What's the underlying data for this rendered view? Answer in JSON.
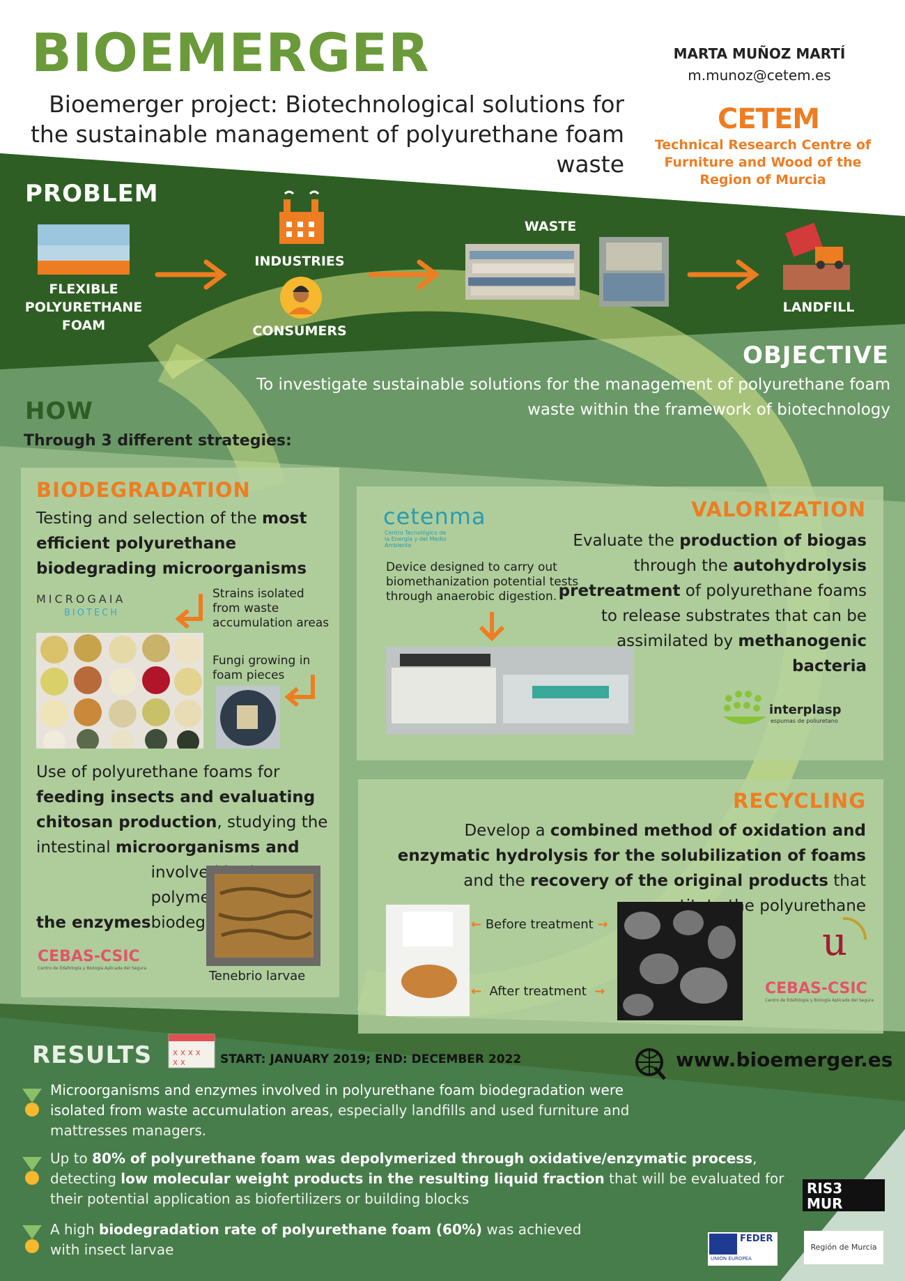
{
  "logo": "BIOEMERGER",
  "title": "Bioemerger project: Biotechnological solutions for the sustainable management of polyurethane foam waste",
  "author": {
    "name": "MARTA MUÑOZ MARTÍ",
    "email": "m.munoz@cetem.es"
  },
  "cetem": {
    "logo": "CETEM",
    "name": "Technical Research Centre of Furniture and Wood of the Region of Murcia"
  },
  "problem": {
    "heading": "PROBLEM",
    "foam": "FLEXIBLE POLYURETHANE FOAM",
    "industries": "INDUSTRIES",
    "consumers": "CONSUMERS",
    "waste": "WASTE",
    "landfill": "LANDFILL"
  },
  "objective": {
    "heading": "OBJECTIVE",
    "text": "To investigate sustainable solutions  for the management of polyurethane foam waste within the framework of biotechnology"
  },
  "how": {
    "heading": "HOW",
    "sub": "Through 3 different strategies:"
  },
  "biodegradation": {
    "heading": "BIODEGRADATION",
    "t1": "Testing and selection of the ",
    "t1b": "most efficient polyurethane biodegrading microorganisms",
    "microgaia": "MICROGAIA",
    "microgaia_sub": "BIOTECH",
    "strains": "Strains isolated from waste accumulation areas",
    "fungi": "Fungi growing in foam pieces",
    "t2a": "Use of polyurethane foams for ",
    "t2b": "feeding insects and evaluating chitosan production",
    "t2c": ", studying the intestinal ",
    "t2d": "microorganisms and the enzymes",
    "t2e": " involved in the polymer biodegradation",
    "cebas": "CEBAS-CSIC",
    "cebas_sub": "Centro de Edafología y Biología Aplicada del Segura",
    "tenebrio": "Tenebrio larvae"
  },
  "valorization": {
    "heading": "VALORIZATION",
    "cetenma": "cetenma",
    "cetenma_sub": "Centro Tecnológico de la Energía y del Medio Ambiente",
    "device": "Device designed to carry out biomethanization potential tests through anaerobic digestion.",
    "t1": "Evaluate the ",
    "t1b": "production of biogas",
    "t2": " through the ",
    "t2b": "autohydrolysis pretreatment",
    "t3": " of polyurethane foams to release substrates that can be assimilated by ",
    "t3b": "methanogenic bacteria",
    "interplasp": "interplasp",
    "interplasp_sub": "espumas de poliuretano"
  },
  "recycling": {
    "heading": "RECYCLING",
    "t1": "Develop a ",
    "t1b": "combined method of oxidation and enzymatic hydrolysis for the solubilization of foams",
    "t2": " and the ",
    "t2b": "recovery of the original products",
    "t3": " that constitute the polyurethane",
    "before": "Before treatment",
    "after": "After treatment",
    "cebas": "CEBAS-CSIC",
    "cebas_sub": "Centro de Edafología y Biología Aplicada del Segura"
  },
  "results": {
    "heading": "RESULTS",
    "dates": "START: JANUARY 2019; END: DECEMBER 2022",
    "website": "www.bioemerger.es",
    "r1a": "Microorganisms and enzymes involved in polyurethane foam biodegradation were isolated from waste accumulation areas",
    "r1b": ", especially landfills and used furniture and mattresses managers.",
    "r2a": "Up to ",
    "r2b": "80% of polyurethane foam was depolymerized through oxidative/enzymatic process",
    "r2c": ", detecting ",
    "r2d": "low molecular weight products in the resulting liquid fraction",
    "r2e": " that will be  evaluated for their potential application as biofertilizers or building blocks",
    "r3a": "A high ",
    "r3b": "biodegradation rate of polyurethane foam (60%)",
    "r3c": " was achieved with insect larvae"
  },
  "sponsors": {
    "ris3": "RIS3 MUR",
    "feder": "FEDER",
    "feder_sub": "UNIÓN EUROPEA",
    "region": "Región de Murcia"
  },
  "colors": {
    "dark_green": "#2e5e23",
    "mid_green": "#477c4b",
    "orange": "#ee7d22",
    "panel": "#b6d2a0"
  }
}
